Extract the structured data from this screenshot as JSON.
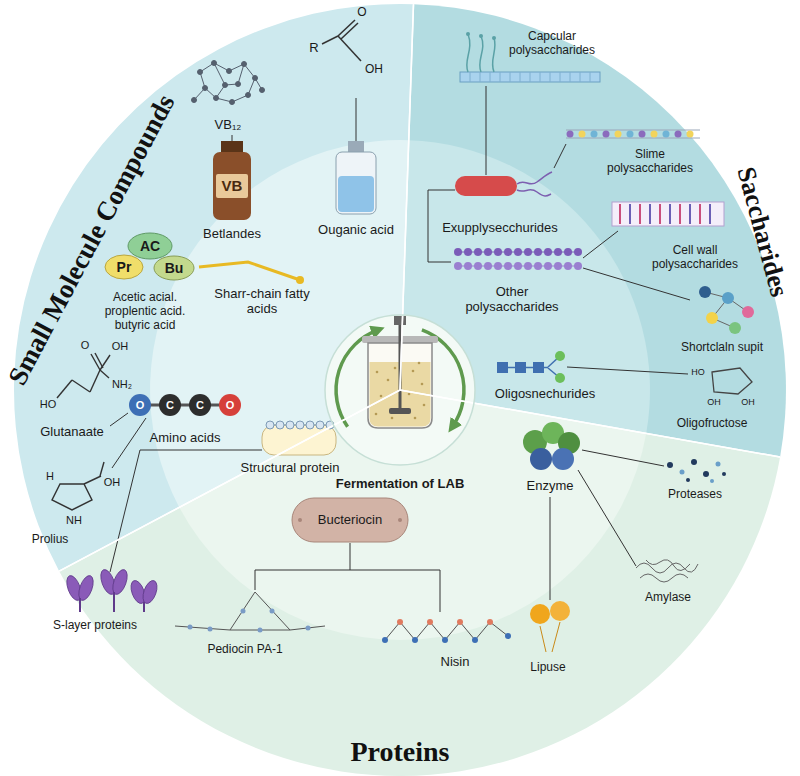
{
  "diagram": {
    "nodes": [
      {
        "text": [
          "Small Molecule Compounds"
        ]
      },
      {
        "text": [
          "Saccharides"
        ]
      },
      {
        "text": [
          "Proteins"
        ]
      },
      {
        "text": [
          "Fermentation of LAB"
        ]
      }
    ],
    "labels": [
      "VB₁₂",
      "AC",
      "Pr",
      "Bu",
      "Acetic acial. proplentic acid. butyric acid",
      "Sharr-chain fatty acids",
      "VB",
      "Betlandes",
      "R",
      "O",
      "OH",
      "Ouganic acid",
      "O",
      "OH",
      "NH₂",
      "HO",
      "Glutanaate",
      "O",
      "C",
      "C",
      "O",
      "Amino acids",
      "H",
      "OH",
      "NH",
      "Prolius",
      "Capcular polysaccharides",
      "Slime polysaccharides",
      "Exupplysecchurides",
      "Cell wall polysaccharides",
      "Other polysaccharides",
      "Shortclaln supit",
      "Oligosnechurides",
      "HO",
      "OH",
      "OH",
      "Oligofructose",
      "Structural protein",
      "Bucteriocin",
      "Enzyme",
      "Proteases",
      "Amylase",
      "Lipuse",
      "Nisin",
      "Pediocin PA-1",
      "S-layer proteins"
    ]
  }
}
